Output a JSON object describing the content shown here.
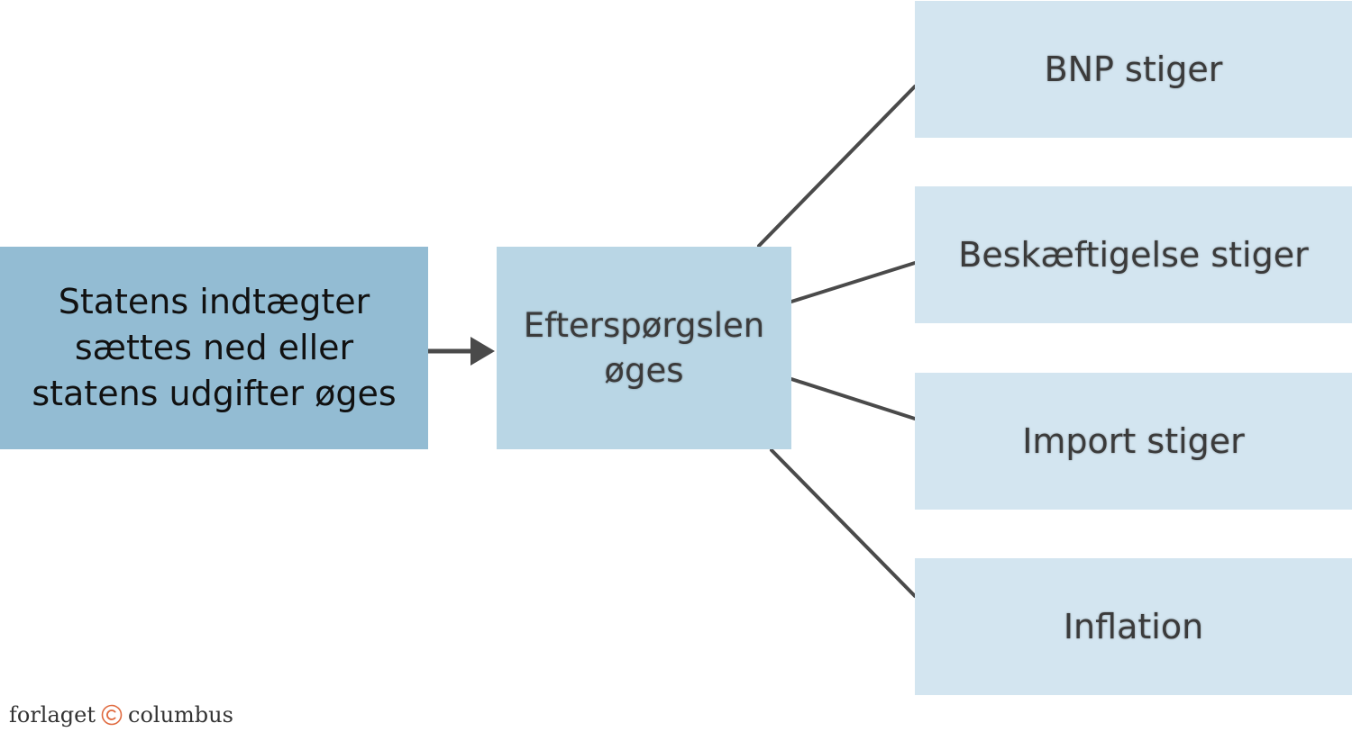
{
  "diagram": {
    "source_box": {
      "text": "Statens indtægter\nsættes ned eller\nstatens udgifter øges",
      "color": "#93bcd3"
    },
    "middle_box": {
      "text": "Efterspørgslen\nøges",
      "color": "#b9d6e5"
    },
    "effects": [
      {
        "text": "BNP stiger"
      },
      {
        "text": "Beskæftigelse stiger"
      },
      {
        "text": "Import stiger"
      },
      {
        "text": "Inflation"
      }
    ],
    "effect_color": "#d3e5f0",
    "connector_color": "#4a4a4a"
  },
  "publisher": {
    "name_left": "forlaget",
    "name_right": "columbus",
    "mark_color": "#e06a3f",
    "mark_icon": "copyright-icon"
  }
}
